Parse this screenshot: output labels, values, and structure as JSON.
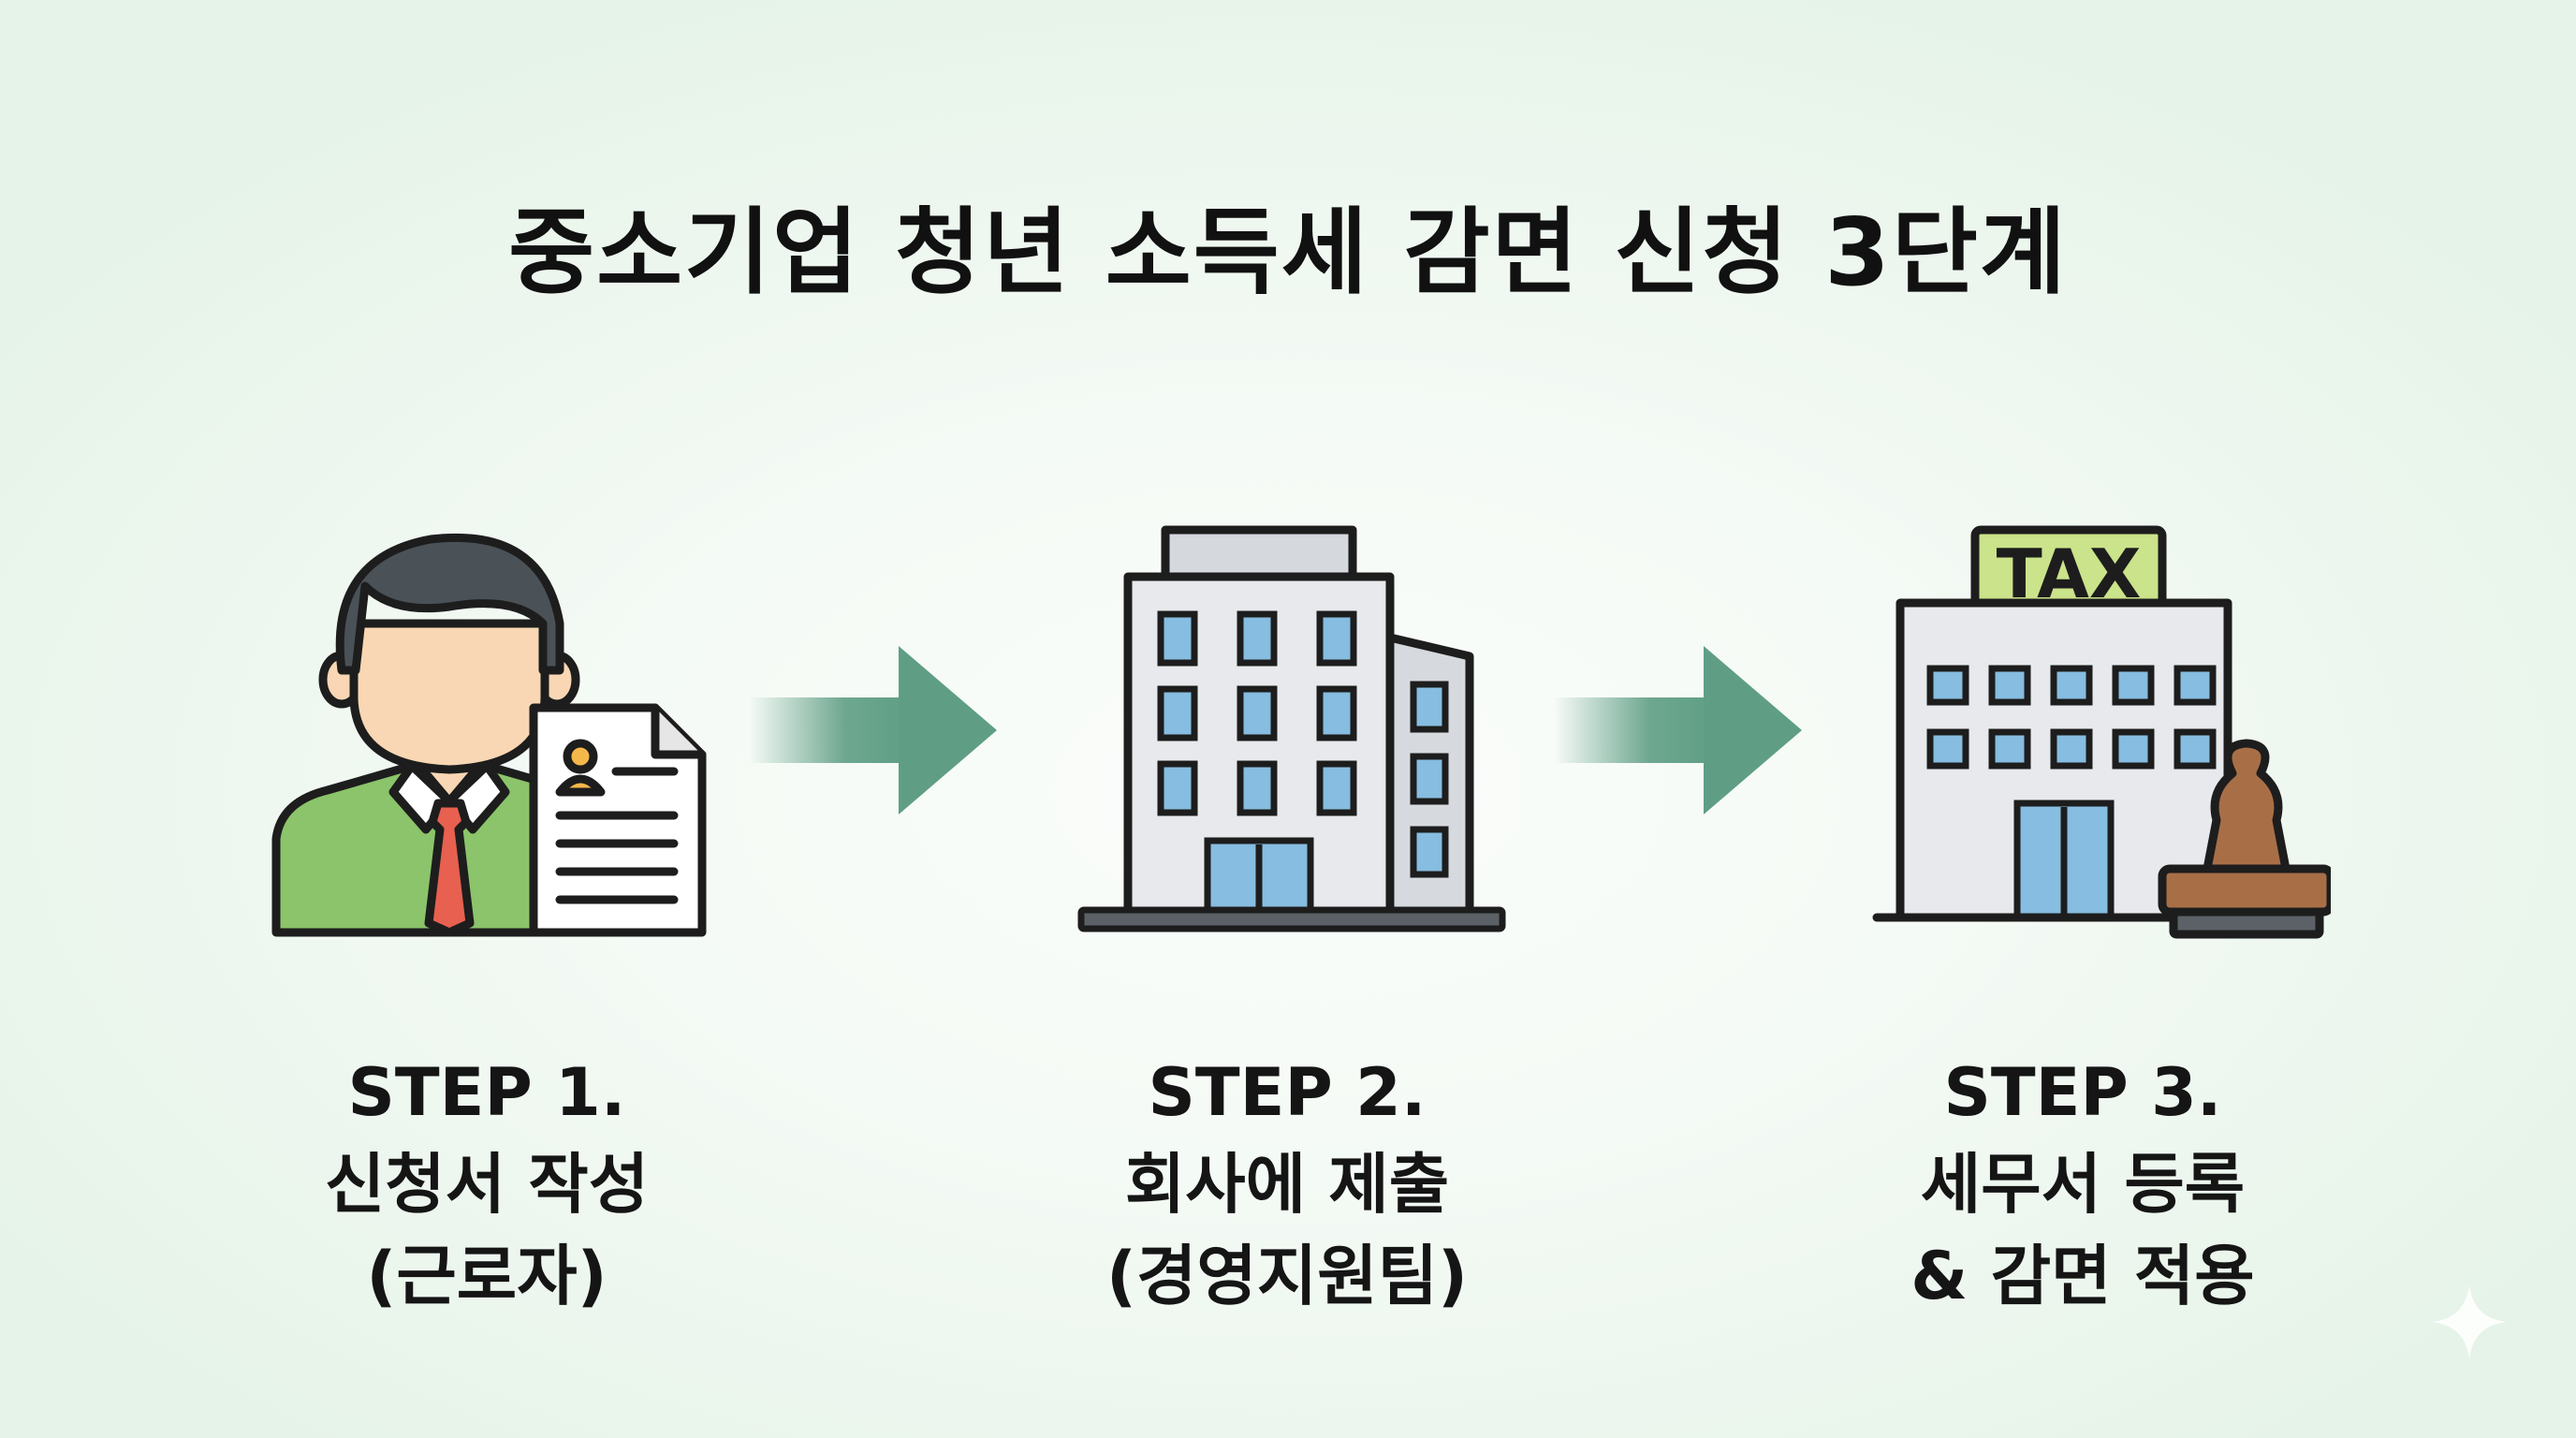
{
  "title": "중소기업 청년 소득세 감면 신청 3단계",
  "steps": [
    {
      "step_label": "STEP 1.",
      "line1": "신청서 작성",
      "line2": "(근로자)",
      "icon": "worker-with-document-icon"
    },
    {
      "step_label": "STEP 2.",
      "line1": "회사에 제출",
      "line2": "(경영지원팀)",
      "icon": "company-building-icon"
    },
    {
      "step_label": "STEP 3.",
      "line1": "세무서 등록",
      "line2": "& 감면 적용",
      "icon": "tax-office-stamp-icon"
    }
  ],
  "tax_sign": "TAX",
  "colors": {
    "arrow": "#5f9e85",
    "shirt": "#8bc46a",
    "window": "#86bde0",
    "tax_sign": "#cbe38a",
    "stamp": "#a86f47"
  }
}
